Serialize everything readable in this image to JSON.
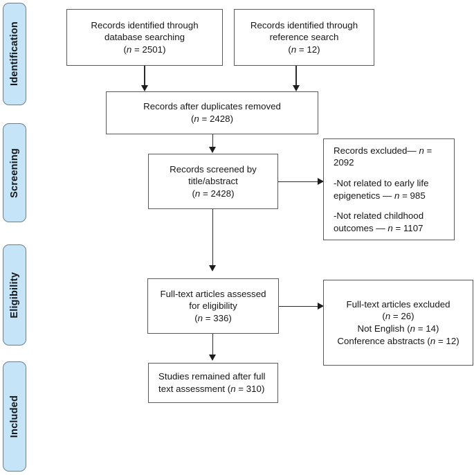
{
  "diagram": {
    "type": "prisma-flow-diagram",
    "title": "PRISMA study selection flow diagram",
    "accent_color": "#c6e4f8",
    "border_color": "#6d7f8c",
    "box_border_color": "#58595b",
    "connector_color": "#2b2b2b"
  },
  "phases": [
    {
      "id": "identification",
      "label": "Identification"
    },
    {
      "id": "screening",
      "label": "Screening"
    },
    {
      "id": "eligibility",
      "label": "Eligibility"
    },
    {
      "id": "included",
      "label": "Included"
    }
  ],
  "boxes": {
    "database_search": {
      "line1": "Records identified through",
      "line2": "database searching",
      "count_prefix": "(",
      "count_n": "n",
      "count_eq": " = ",
      "count_value": "2501",
      "count_suffix": ")"
    },
    "reference_search": {
      "line1": "Records identified through",
      "line2": "reference search",
      "count_n": "n",
      "count_value": "12"
    },
    "duplicates_removed": {
      "line1": "Records after duplicates removed",
      "count_n": "n",
      "count_value": "2428"
    },
    "records_screened": {
      "line1": "Records screened by",
      "line2": "title/abstract",
      "count_n": "n",
      "count_value": "2428"
    },
    "records_excluded": {
      "heading_text": "Records excluded— ",
      "heading_n": "n",
      "heading_value": " = 2092",
      "reason1_text": "-Not related to early life epigenetics — ",
      "reason1_n": "n",
      "reason1_value": " = 985",
      "reason2_text": "-Not related childhood outcomes — ",
      "reason2_n": "n",
      "reason2_value": " = 1107"
    },
    "fulltext_assessed": {
      "line1": "Full-text articles assessed",
      "line2": "for eligibility",
      "count_n": "n",
      "count_value": "336"
    },
    "fulltext_excluded": {
      "line1": "Full-text articles excluded",
      "line2_n": "n",
      "line2_value": " = 26",
      "line3_pre": "Not English (",
      "line3_n": "n",
      "line3_value": " = 14)",
      "line4_pre": "Conference abstracts (",
      "line4_n": "n",
      "line4_value": " = 12)"
    },
    "studies_remained": {
      "line1": "Studies remained after full",
      "line2_pre": "text assessment (",
      "line2_n": "n",
      "line2_value": " = 310)"
    }
  }
}
